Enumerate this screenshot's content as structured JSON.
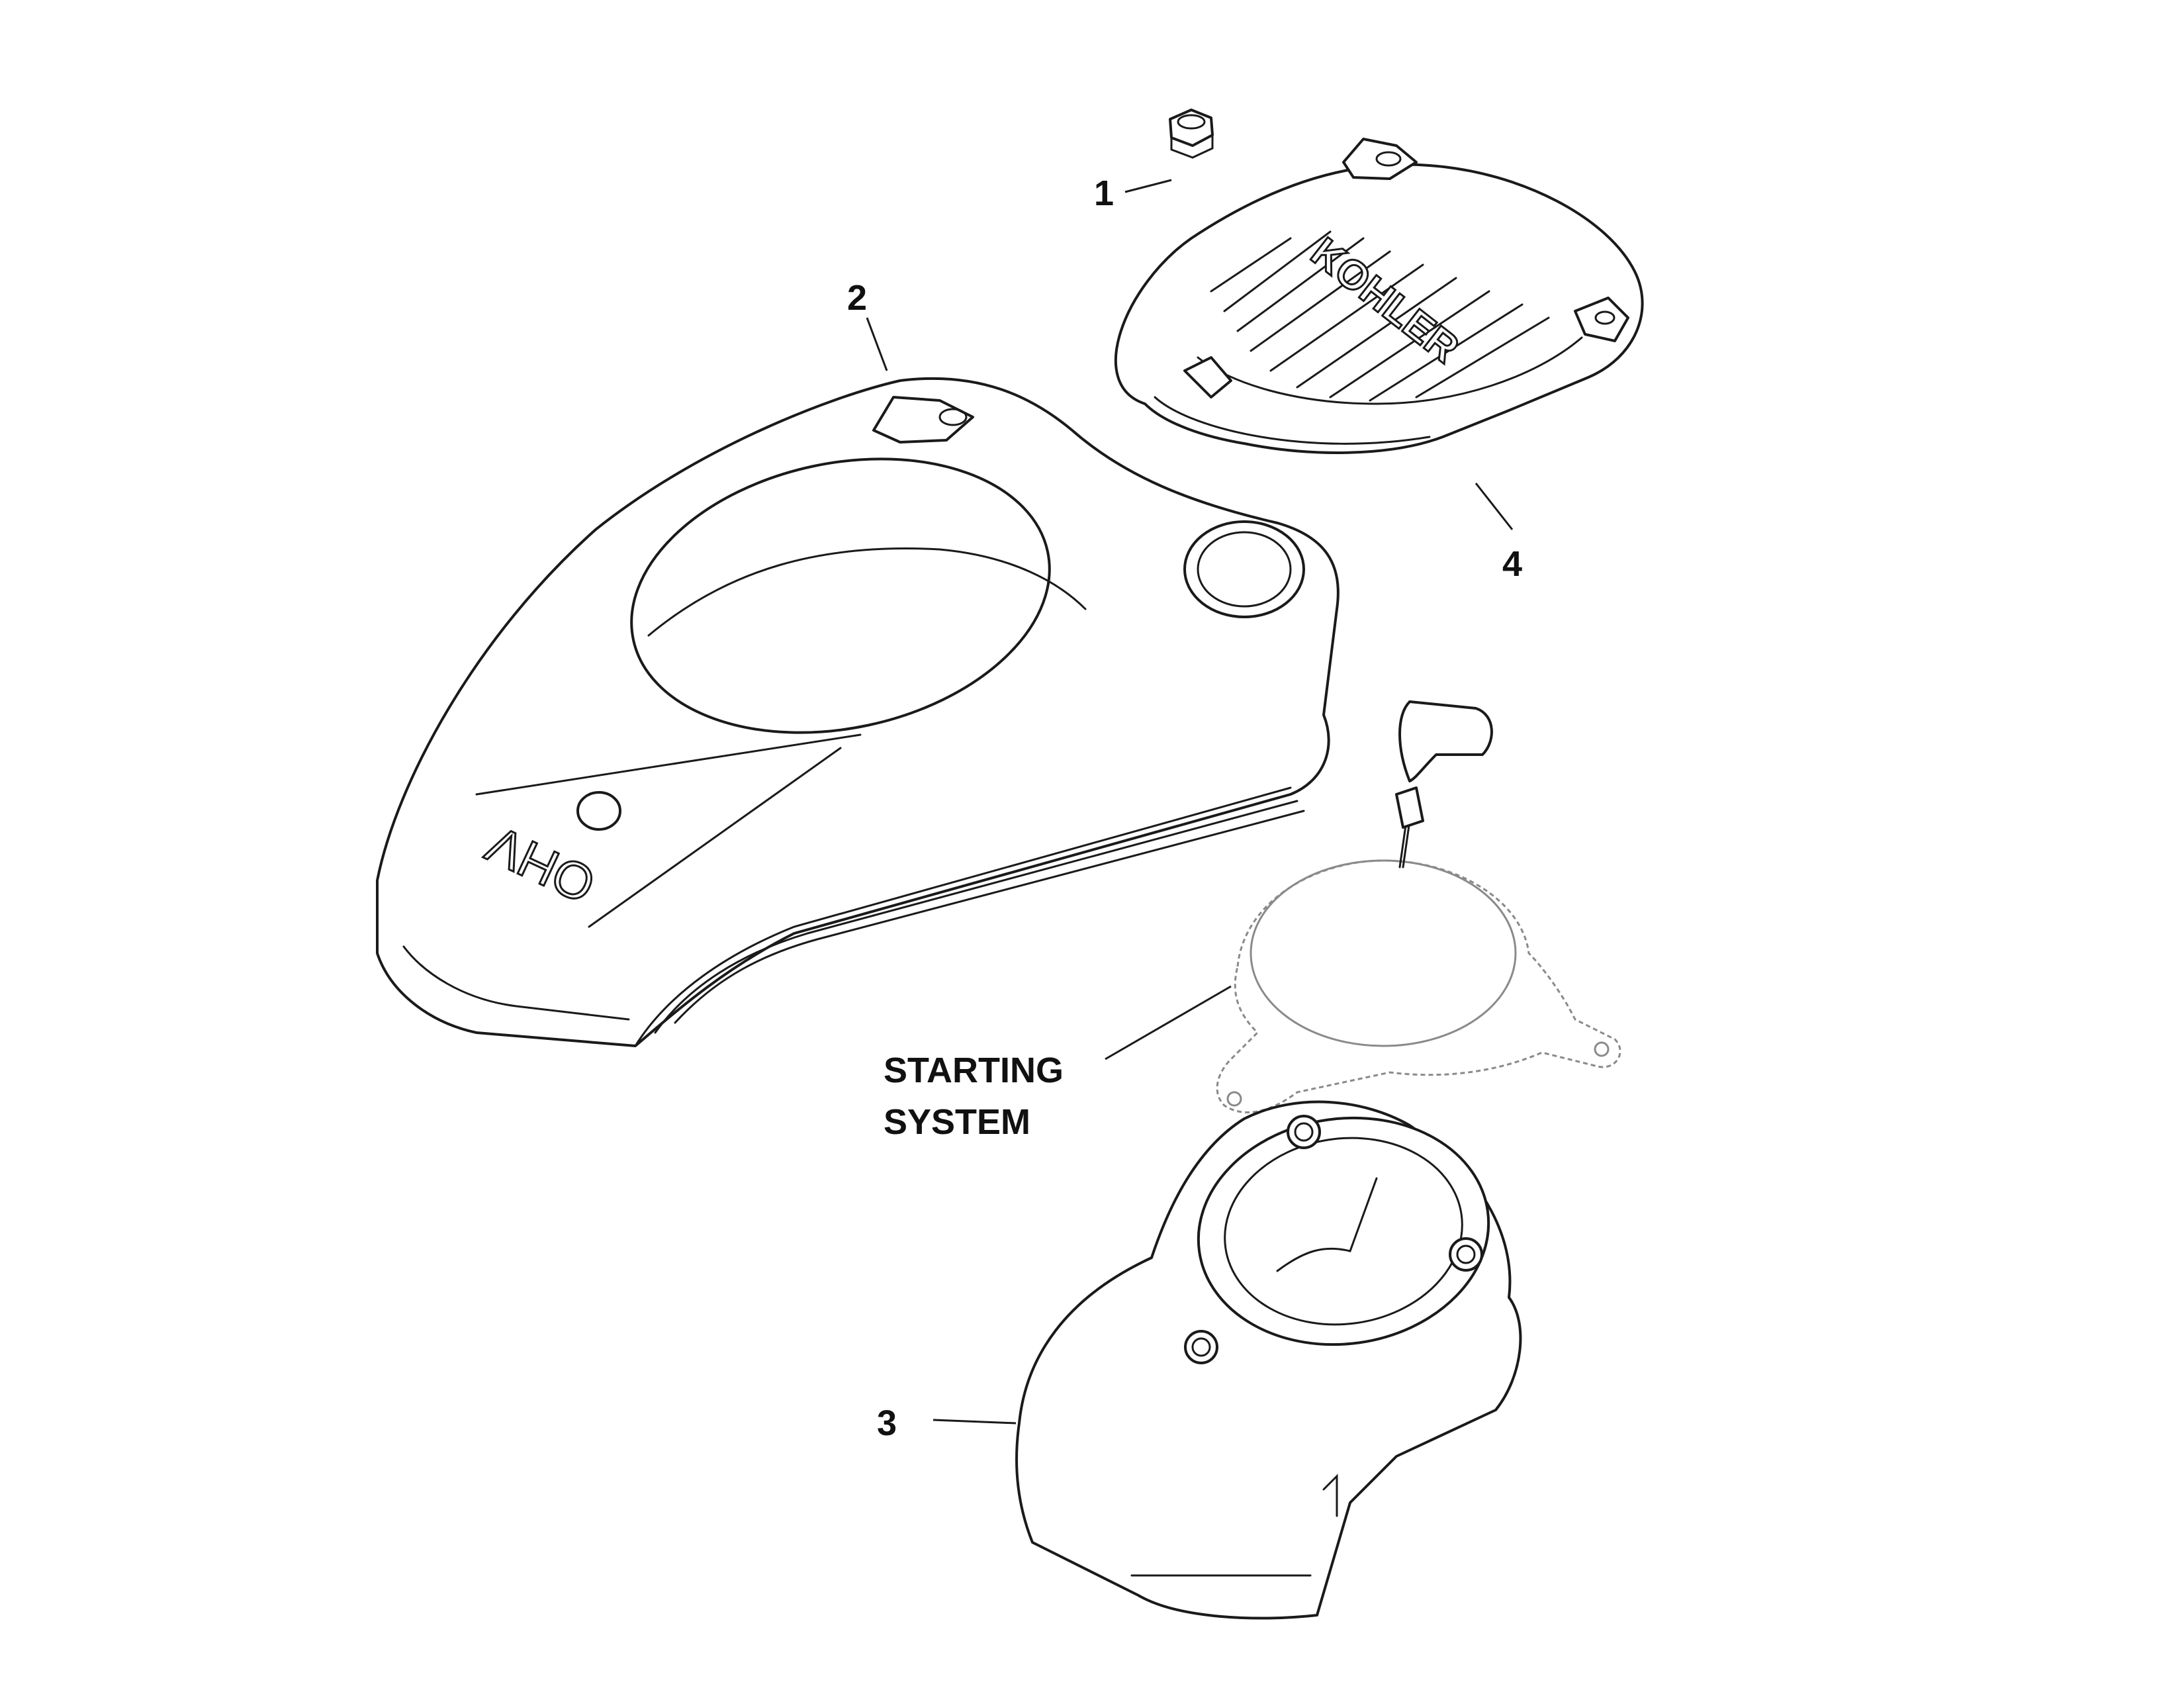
{
  "diagram": {
    "callouts": [
      {
        "id": "1",
        "label": "1"
      },
      {
        "id": "2",
        "label": "2"
      },
      {
        "id": "3",
        "label": "3"
      },
      {
        "id": "4",
        "label": "4"
      }
    ],
    "starting_system": {
      "line1": "STARTING",
      "line2": "SYSTEM"
    },
    "markings": {
      "shroud_text": "OHV",
      "screen_brand": "KOHLER"
    }
  }
}
